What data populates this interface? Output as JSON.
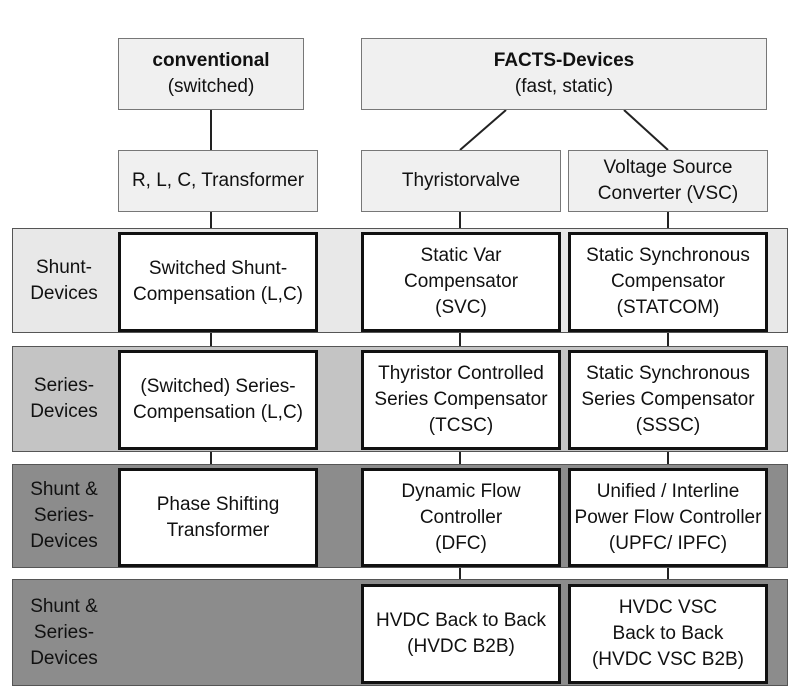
{
  "header": {
    "conventional": {
      "title": "conventional",
      "subtitle": "(switched)"
    },
    "facts": {
      "title": "FACTS-Devices",
      "subtitle": "(fast, static)"
    }
  },
  "tech": {
    "rlc": "R, L, C, Transformer",
    "thyristor": "Thyristorvalve",
    "vsc": "Voltage Source\nConverter (VSC)"
  },
  "rows": [
    {
      "label": "Shunt-\nDevices",
      "conventional": "Switched Shunt-\nCompensation (L,C)",
      "thyristor": "Static Var\nCompensator\n(SVC)",
      "vsc": "Static Synchronous\nCompensator\n(STATCOM)"
    },
    {
      "label": "Series-\nDevices",
      "conventional": "(Switched) Series-\nCompensation (L,C)",
      "thyristor": "Thyristor Controlled\nSeries Compensator\n(TCSC)",
      "vsc": "Static Synchronous\nSeries Compensator\n(SSSC)"
    },
    {
      "label": "Shunt &\nSeries-\nDevices",
      "conventional": "Phase Shifting\nTransformer",
      "thyristor": "Dynamic Flow\nController\n(DFC)",
      "vsc": "Unified / Interline\nPower Flow Controller\n(UPFC/ IPFC)"
    },
    {
      "label": "Shunt &\nSeries-\nDevices",
      "thyristor": "HVDC Back to Back\n(HVDC B2B)",
      "vsc": "HVDC VSC\nBack to Back\n(HVDC VSC B2B)"
    }
  ],
  "colors": {
    "band1": "#e8e8e8",
    "band2": "#c4c4c4",
    "band3": "#8c8c8c",
    "band4": "#8c8c8c"
  }
}
